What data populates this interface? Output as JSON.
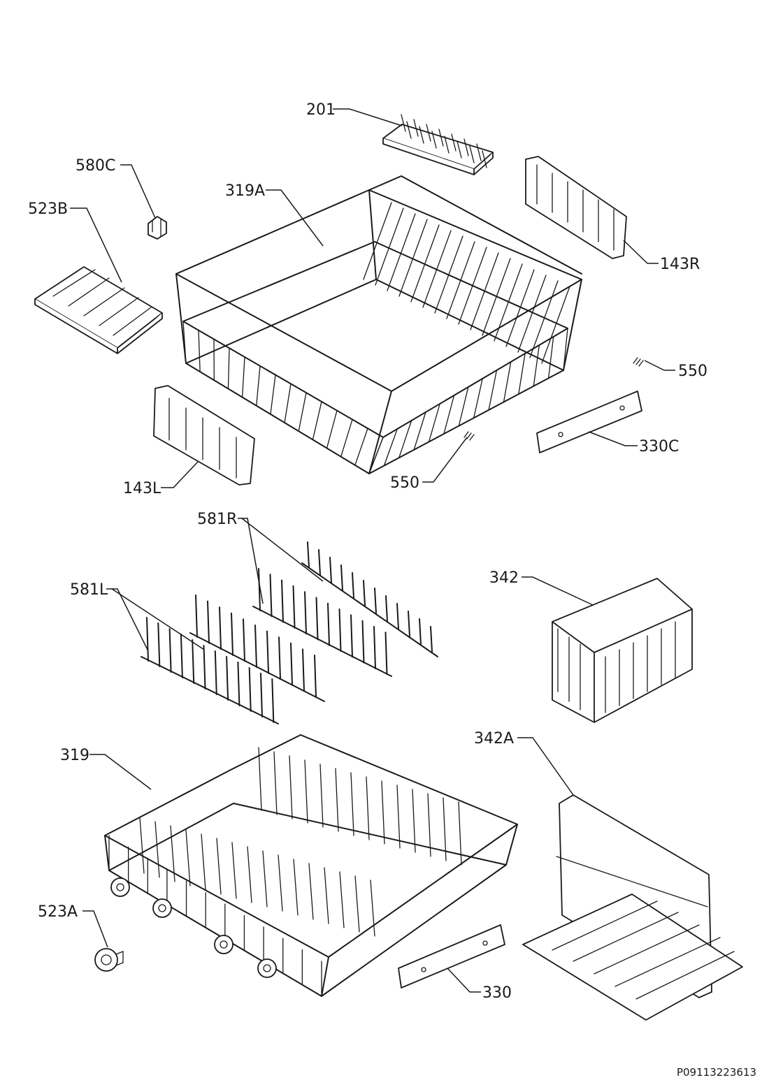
{
  "labels": {
    "l201": "201",
    "l580C": "580C",
    "l319A": "319A",
    "l523B": "523B",
    "l143R": "143R",
    "l550a": "550",
    "l330C": "330C",
    "l143L": "143L",
    "l550b": "550",
    "l581R": "581R",
    "l342": "342",
    "l581L": "581L",
    "l319": "319",
    "l342A": "342A",
    "l523A": "523A",
    "l330": "330"
  },
  "drawing_code": "P09113223613"
}
